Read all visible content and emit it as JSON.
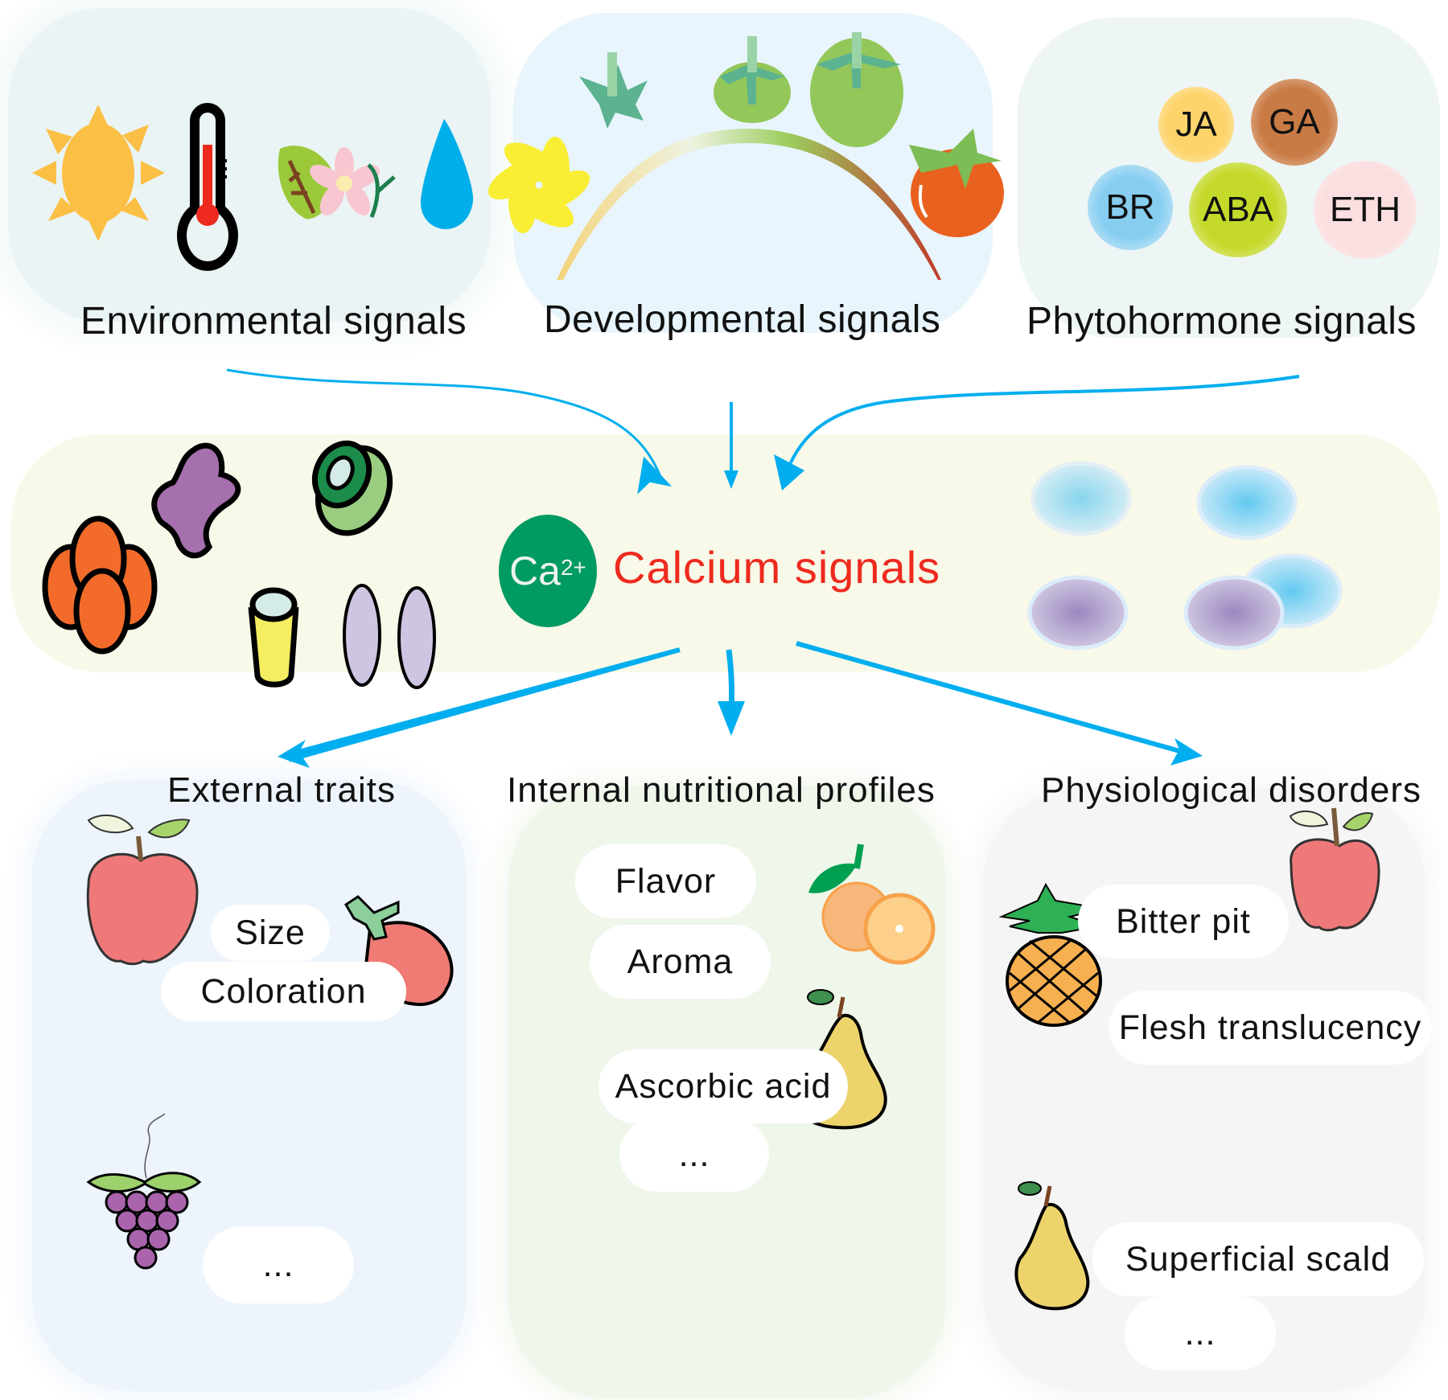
{
  "figure": {
    "top_sources": [
      {
        "label": "Environmental signals",
        "icons": [
          "sun-icon",
          "thermometer-icon",
          "leaf-flower-icon",
          "water-drop-icon"
        ]
      },
      {
        "label": "Developmental signals",
        "icons": [
          "flower-icon",
          "calyx-icon",
          "small-green-fruit-icon",
          "large-green-fruit-icon",
          "ripe-tomato-icon"
        ]
      },
      {
        "label": "Phytohormone signals",
        "hormones": [
          "JA",
          "GA",
          "BR",
          "ABA",
          "ETH"
        ]
      }
    ],
    "hormone_colors": {
      "JA": "#fdd46b",
      "GA": "#c97b45",
      "BR": "#86cdf0",
      "ABA": "#c5d92a",
      "ETH": "#fbdfe0"
    },
    "center": {
      "badge_base": "Ca",
      "badge_sup": "2+",
      "title": "Calcium  signals"
    },
    "outputs": [
      {
        "label": "External traits",
        "items": [
          "Size",
          "Coloration",
          "..."
        ]
      },
      {
        "label": "Internal nutritional profiles",
        "items": [
          "Flavor",
          "Aroma",
          "Ascorbic acid",
          "..."
        ]
      },
      {
        "label": "Physiological disorders",
        "items": [
          "Bitter pit",
          "Flesh translucency",
          "Superficial scald",
          "..."
        ]
      }
    ],
    "colors": {
      "arrow": "#00aeef",
      "calcium_text": "#ee2a1e",
      "calcium_badge": "#009a63",
      "panel_env": "#eaf4f4",
      "panel_dev": "#e8f5fd",
      "panel_hormone": "#edf6f5",
      "panel_calcium": "#f8f9e8",
      "panel_external": "#edf4fc",
      "panel_internal": "#eff6ea",
      "panel_disorders": "#f5f5f5"
    }
  }
}
